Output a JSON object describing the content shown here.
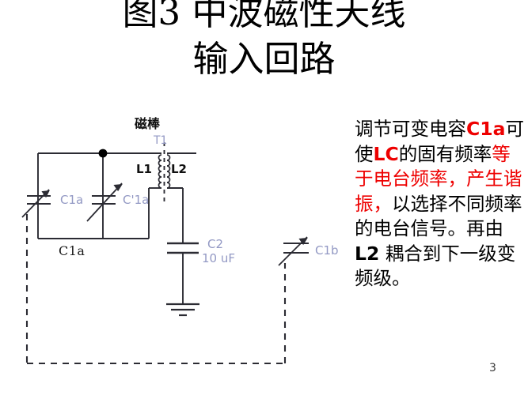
{
  "slide": {
    "title": {
      "line1": "图3 中波磁性天线",
      "line2": "输入回路"
    },
    "page_number": "3",
    "background_color": "#ffffff"
  },
  "body_text": {
    "segments": [
      {
        "text": "调节可变电容",
        "color": "#000000",
        "bold": false
      },
      {
        "text": "C1a",
        "color": "#ee0000",
        "bold": true
      },
      {
        "text": "可使",
        "color": "#000000",
        "bold": false
      },
      {
        "text": "LC",
        "color": "#ee0000",
        "bold": true
      },
      {
        "text": "的固有频率",
        "color": "#000000",
        "bold": false
      },
      {
        "text": "等于电台频率，产生谐振，",
        "color": "#ee0000",
        "bold": false
      },
      {
        "text": "以选择不同频率的电台信号。再由",
        "color": "#000000",
        "bold": false
      },
      {
        "text": "L2",
        "color": "#000000",
        "bold": true
      },
      {
        "text": " 耦合到下一级变频级。",
        "color": "#000000",
        "bold": false
      }
    ],
    "plain": "调节可变电容C1a可使LC的固有频率等于电台频率，产生谐振，以选择不同频率的电台信号。再由L2 耦合到下一级变频级。",
    "accent_red": "#ee0000"
  },
  "circuit": {
    "title_label": "磁棒",
    "labels": {
      "transformer": "T1",
      "coil_primary": "L1",
      "coil_secondary": "L2",
      "cap_left": "C1a",
      "cap_mid": "C'1a",
      "cap_bottom": "C1a",
      "cap_c2_name": "C2",
      "cap_c2_value": "10 uF",
      "cap_right": "C1b"
    },
    "label_color_blue": "#9399c4",
    "wire_color": "#2b2b33",
    "components": [
      {
        "name": "variable-capacitor",
        "ref": "C1a",
        "type": "variable"
      },
      {
        "name": "variable-capacitor",
        "ref": "C'1a",
        "type": "variable"
      },
      {
        "name": "transformer",
        "ref": "T1",
        "windings": [
          "L1",
          "L2"
        ],
        "core": "ferrite-rod"
      },
      {
        "name": "capacitor",
        "ref": "C2",
        "value": "10 uF",
        "type": "fixed"
      },
      {
        "name": "variable-capacitor",
        "ref": "C1b",
        "type": "variable"
      },
      {
        "name": "ground",
        "ref": "GND",
        "type": "earth"
      }
    ]
  }
}
